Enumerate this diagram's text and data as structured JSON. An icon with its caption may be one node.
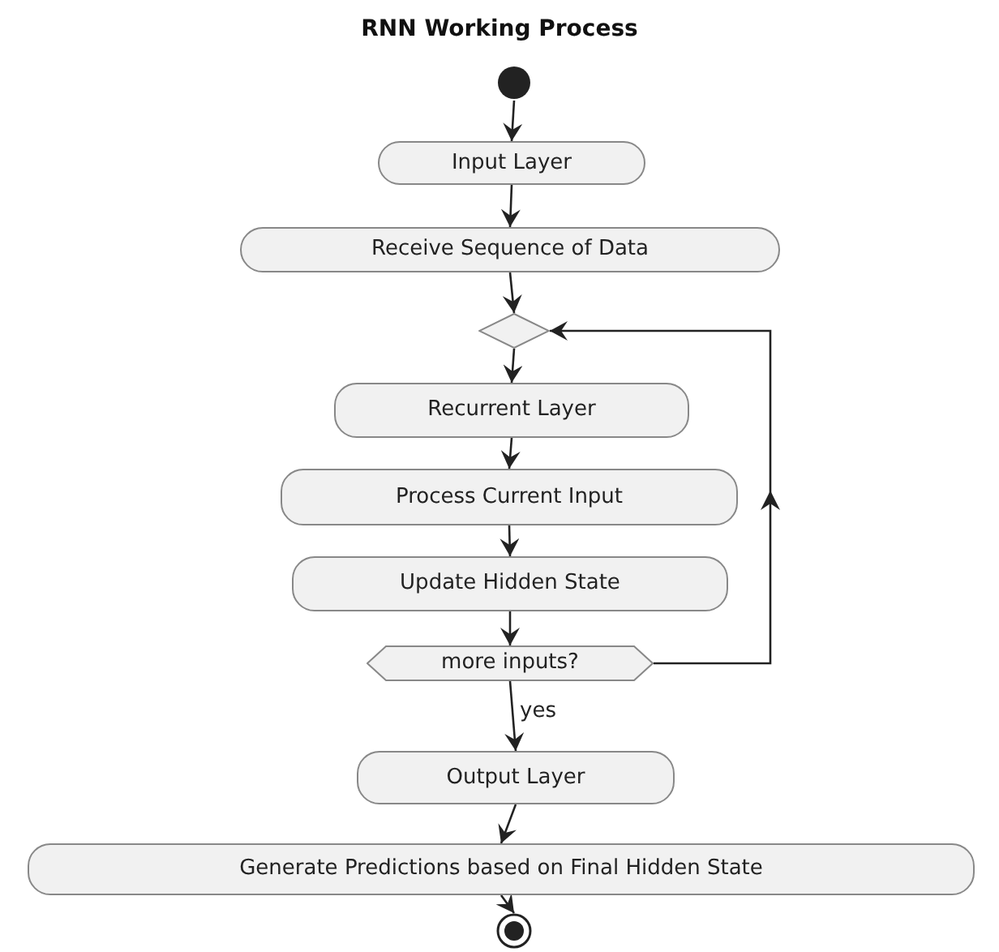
{
  "diagram": {
    "title": "RNN Working Process",
    "nodes": [
      {
        "text": [],
        "shape": "circle"
      },
      {
        "text": [
          "Input Layer"
        ]
      },
      {
        "text": [
          "Receive Sequence of Data"
        ]
      },
      {
        "text": [],
        "shape": "diamond"
      },
      {
        "text": [
          "Recurrent Layer"
        ]
      },
      {
        "text": [
          "Process Current Input"
        ]
      },
      {
        "text": [
          "Update Hidden State"
        ]
      },
      {
        "text": [
          "more inputs?"
        ]
      },
      {
        "text": [
          "Output Layer"
        ]
      },
      {
        "text": [
          "Generate Predictions based on Final Hidden State"
        ]
      },
      {
        "text": [],
        "shape": "circle"
      }
    ],
    "edges": [
      {
        "from": 0,
        "to": 1,
        "arrow": "to"
      },
      {
        "from": 1,
        "to": 2,
        "arrow": "to"
      },
      {
        "from": 2,
        "to": 3,
        "arrow": "to"
      },
      {
        "from": 3,
        "to": 4,
        "arrow": "to"
      },
      {
        "from": 4,
        "to": 5,
        "arrow": "to"
      },
      {
        "from": 5,
        "to": 6,
        "arrow": "to"
      },
      {
        "from": 6,
        "to": 7,
        "arrow": "to"
      },
      {
        "from": 7,
        "to": 3,
        "arrow": "to"
      },
      {
        "from": 7,
        "to": 8,
        "arrow": "to",
        "label": "yes"
      },
      {
        "from": 8,
        "to": 9,
        "arrow": "to"
      },
      {
        "from": 9,
        "to": 10,
        "arrow": "to"
      }
    ]
  }
}
